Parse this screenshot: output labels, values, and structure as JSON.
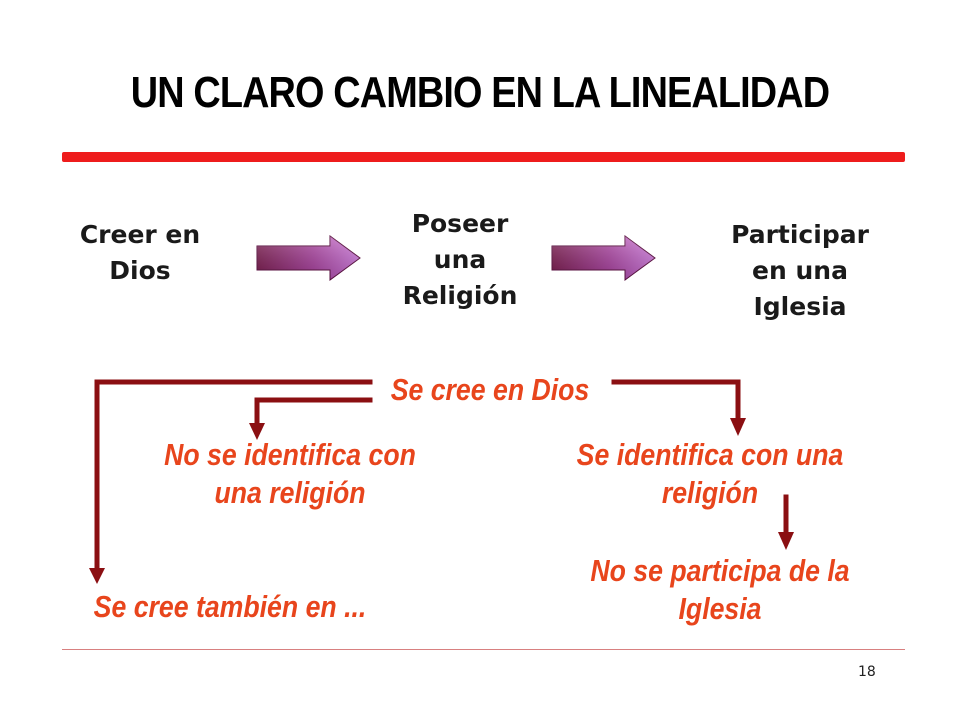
{
  "title": "UN CLARO CAMBIO EN LA LINEALIDAD",
  "steps": [
    {
      "lines": [
        "Creer en",
        "Dios"
      ]
    },
    {
      "lines": [
        "Poseer",
        "una",
        "Religión"
      ]
    },
    {
      "lines": [
        "Participar",
        "en una",
        "Iglesia"
      ]
    }
  ],
  "flow": {
    "root": "Se cree en Dios",
    "left": [
      "No se identifica con",
      "una religión"
    ],
    "right": [
      "Se identifica con una",
      "religión"
    ],
    "right_sub": [
      "No se participa de la",
      "Iglesia"
    ],
    "bottom_left": "Se cree también en ..."
  },
  "page_number": "18",
  "colors": {
    "accent_red": "#ee1c1c",
    "text_orange": "#e8451c",
    "connector": "#8b0f12",
    "arrow_gradient_start": "#7a1a4e",
    "arrow_gradient_end": "#c66ad6"
  }
}
